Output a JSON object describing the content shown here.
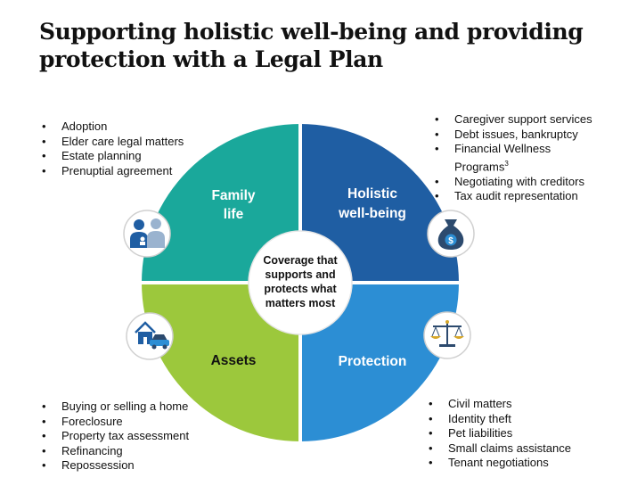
{
  "title": {
    "line1": "Supporting holistic well-being and providing",
    "line2": "protection with a Legal Plan"
  },
  "center": {
    "line1": "Coverage that",
    "line2": "supports and",
    "line3": "protects what",
    "line4": "matters most"
  },
  "quadrants": {
    "family": {
      "line1": "Family",
      "line2": "life",
      "color": "#1aa89b",
      "icon": "family-icon"
    },
    "wellbeing": {
      "line1": "Holistic",
      "line2": "well-being",
      "color": "#1f5ea3",
      "icon": "money-bag-icon"
    },
    "assets": {
      "line1": "Assets",
      "color": "#9cc83c",
      "icon": "house-car-icon"
    },
    "protection": {
      "line1": "Protection",
      "color": "#2c8ed4",
      "icon": "scales-icon"
    }
  },
  "lists": {
    "family": [
      "Adoption",
      "Elder care legal matters",
      "Estate planning",
      "Prenuptial agreement"
    ],
    "wellbeing": [
      "Caregiver support services",
      "Debt issues, bankruptcy",
      "Financial Wellness",
      "Negotiating with creditors",
      "Tax audit representation"
    ],
    "wellbeing_continuation": "Programs",
    "wellbeing_footnote": "3",
    "assets": [
      "Buying or selling a home",
      "Foreclosure",
      "Property tax assessment",
      "Refinancing",
      "Repossession"
    ],
    "protection": [
      "Civil matters",
      "Identity theft",
      "Pet liabilities",
      "Small claims assistance",
      "Tenant negotiations"
    ]
  }
}
